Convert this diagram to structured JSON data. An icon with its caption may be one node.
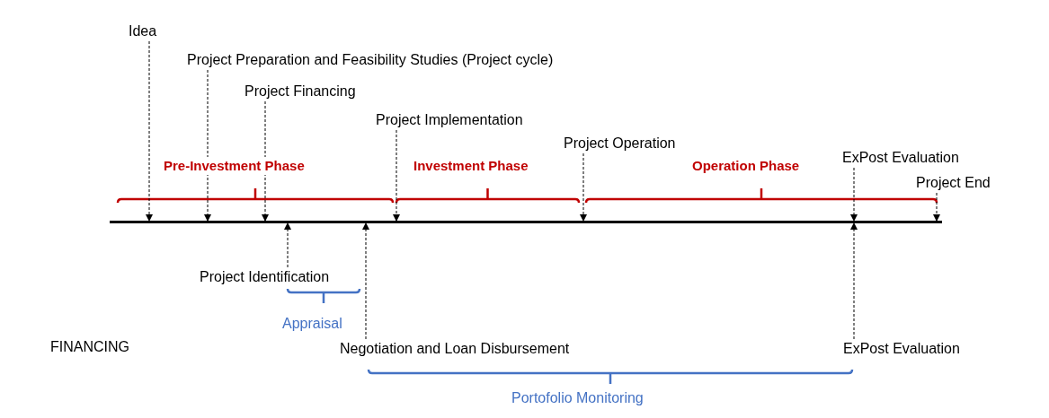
{
  "diagram": {
    "nodes": [
      {
        "text": [
          "Idea"
        ]
      },
      {
        "text": [
          "Project Preparation and Feasibility Studies (Project cycle)"
        ]
      },
      {
        "text": [
          "Project Financing"
        ]
      },
      {
        "text": [
          "Project Implementation"
        ]
      },
      {
        "text": [
          "Project Operation"
        ]
      },
      {
        "text": [
          "ExPost Evaluation"
        ]
      },
      {
        "text": [
          "Project End"
        ]
      },
      {
        "text": [],
        "shape": "bar"
      },
      {
        "text": [
          "Project Identification"
        ]
      },
      {
        "text": [
          "Negotiation and Loan Disbursement"
        ]
      },
      {
        "text": [
          "ExPost Evaluation"
        ]
      }
    ],
    "edges": [
      {
        "from": 0,
        "to": 7,
        "arrow": "to",
        "style": "dashed"
      },
      {
        "from": 1,
        "to": 7,
        "arrow": "to",
        "style": "dashed"
      },
      {
        "from": 2,
        "to": 7,
        "arrow": "to",
        "style": "dashed"
      },
      {
        "from": 3,
        "to": 7,
        "arrow": "to",
        "style": "dashed"
      },
      {
        "from": 4,
        "to": 7,
        "arrow": "to",
        "style": "dashed"
      },
      {
        "from": 5,
        "to": 7,
        "arrow": "to",
        "style": "dashed"
      },
      {
        "from": 6,
        "to": 7,
        "arrow": "to",
        "style": "dashed"
      },
      {
        "from": 8,
        "to": 7,
        "arrow": "to",
        "style": "dashed"
      },
      {
        "from": 9,
        "to": 7,
        "arrow": "to",
        "style": "dashed"
      },
      {
        "from": 10,
        "to": 7,
        "arrow": "to",
        "style": "dashed"
      }
    ],
    "labels": [
      "Pre-Investment Phase",
      "Investment Phase",
      "Operation Phase",
      "Appraisal",
      "FINANCING",
      "Portofolio Monitoring"
    ]
  }
}
